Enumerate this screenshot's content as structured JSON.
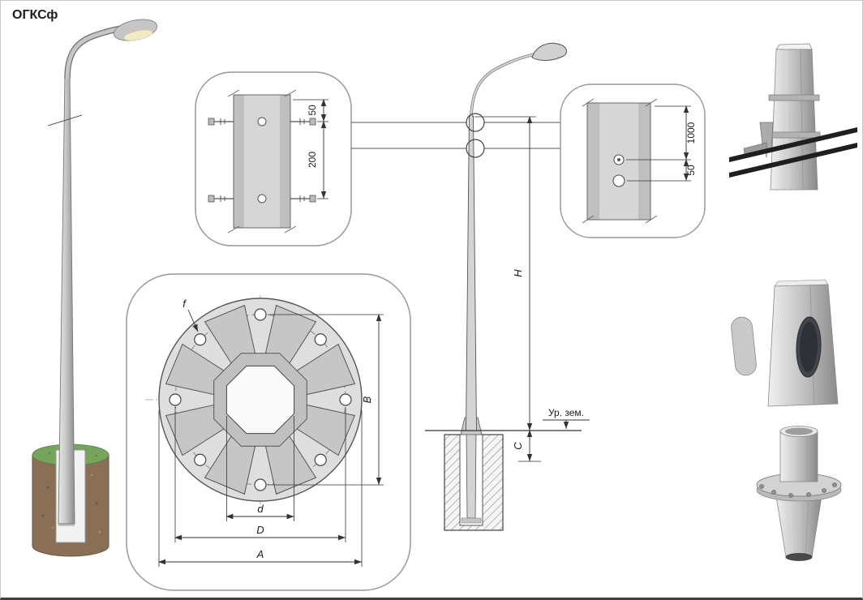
{
  "title": "ОГКСф",
  "clamp_detail": {
    "dim_top": "50",
    "dim_between": "200"
  },
  "hole_detail": {
    "dim_top": "1000",
    "dim_between": "50"
  },
  "flange_detail": {
    "f": "f",
    "B": "B",
    "d": "d",
    "D": "D",
    "A": "A"
  },
  "elevation": {
    "H": "H",
    "C": "C",
    "ground": "Ур. зем."
  }
}
